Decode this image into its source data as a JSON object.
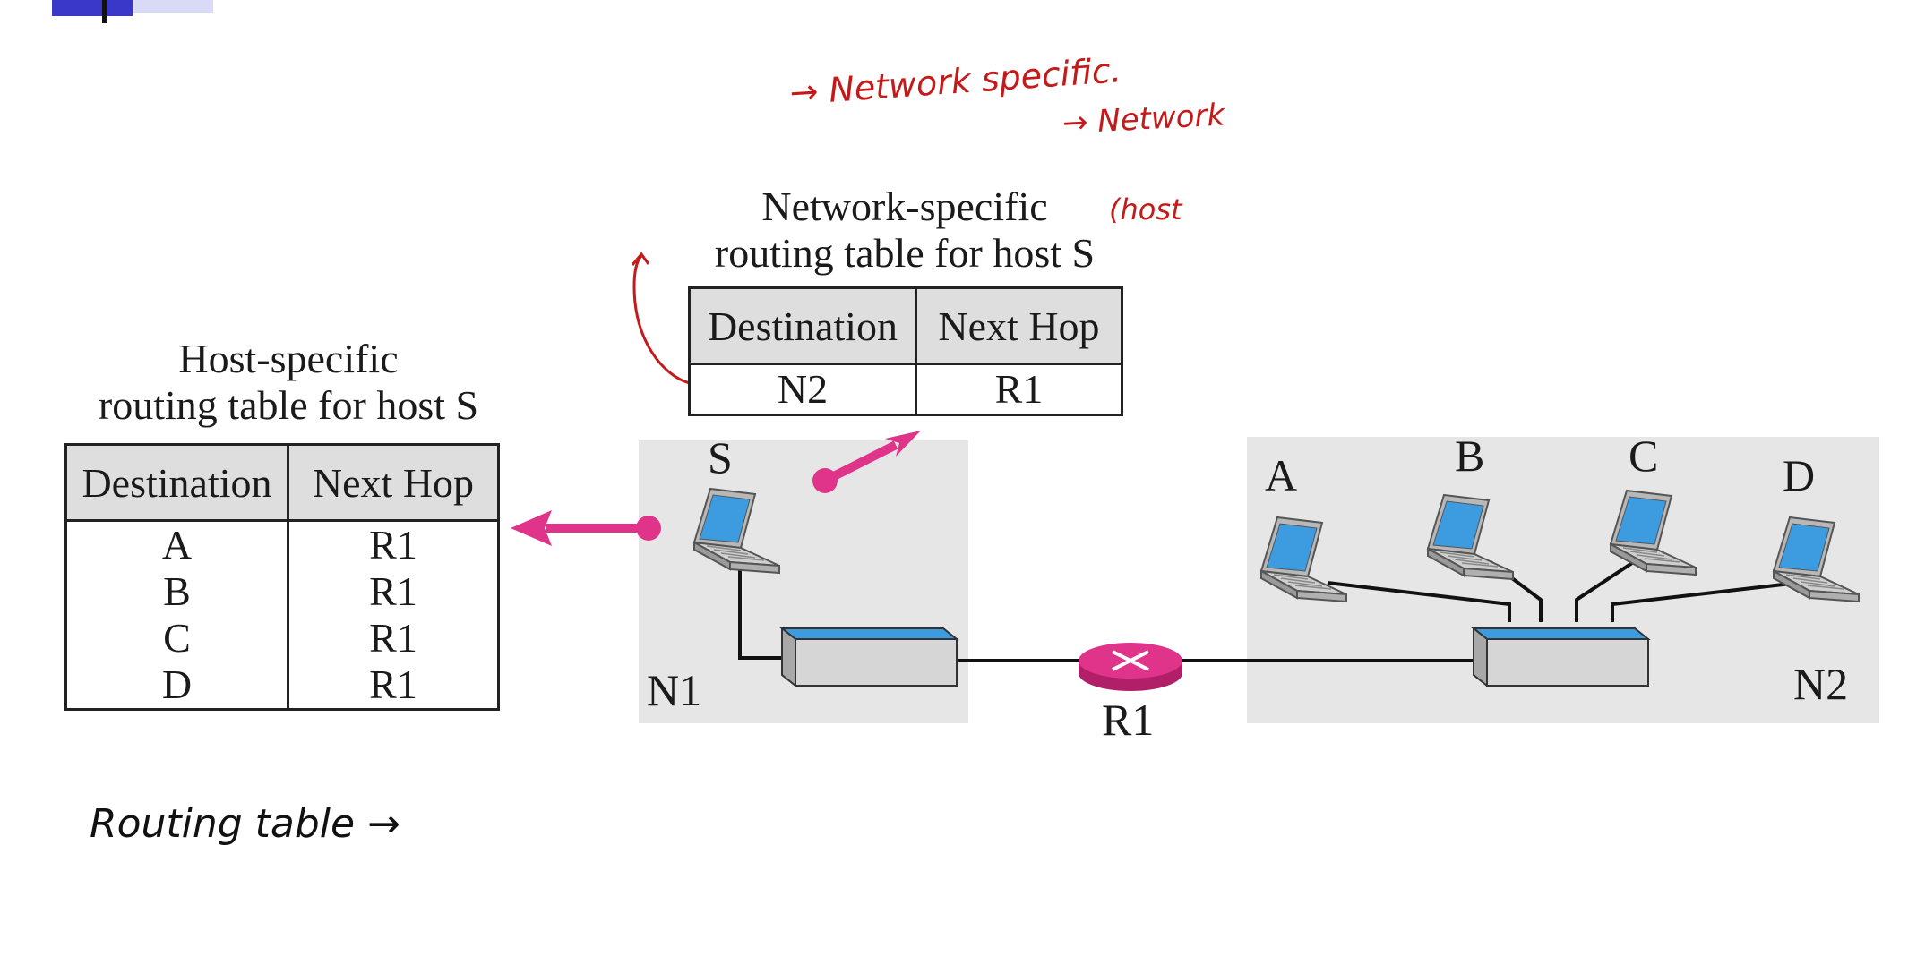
{
  "host_specific": {
    "caption_line1": "Host-specific",
    "caption_line2": "routing table for host S",
    "headers": [
      "Destination",
      "Next Hop"
    ],
    "rows": [
      [
        "A",
        "R1"
      ],
      [
        "B",
        "R1"
      ],
      [
        "C",
        "R1"
      ],
      [
        "D",
        "R1"
      ]
    ]
  },
  "network_specific": {
    "caption_line1": "Network-specific",
    "caption_line2": "routing table for host S",
    "headers": [
      "Destination",
      "Next Hop"
    ],
    "rows": [
      [
        "N2",
        "R1"
      ]
    ]
  },
  "network": {
    "host_source": "S",
    "hosts_n2": [
      "A",
      "B",
      "C",
      "D"
    ],
    "network1_label": "N1",
    "network2_label": "N2",
    "router_label": "R1"
  },
  "colors": {
    "network_bg": "#e6e6e6",
    "arrow": "#e0338a",
    "laptop_screen": "#3d9be0",
    "switch_top": "#3d9be0",
    "router": "#e0338a",
    "annotation_red": "#c41a1a"
  },
  "annotations": {
    "red_left_line1": "",
    "red_left_line2": "",
    "red_top": "→ Network specific.",
    "red_right_line1": "→ Network",
    "red_right_line2": "",
    "red_right_line3": "(host",
    "black_bottom": "Routing table →"
  }
}
